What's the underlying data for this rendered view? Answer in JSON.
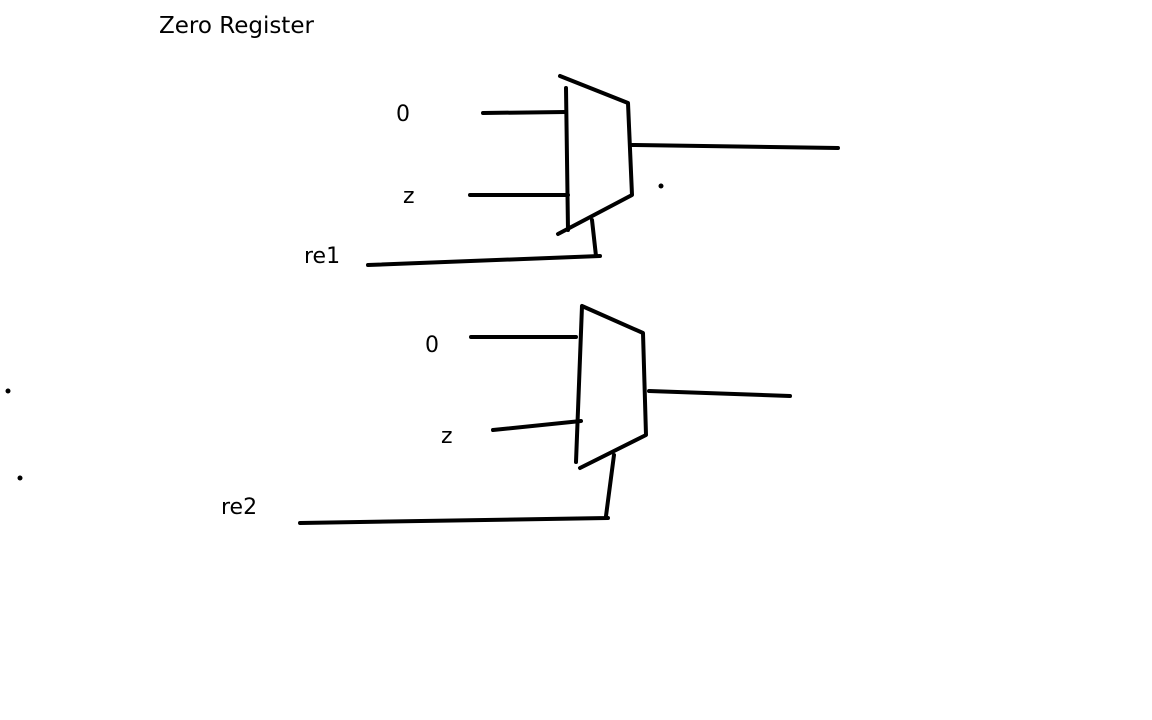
{
  "title": "Zero Register",
  "muxes": [
    {
      "inputs": [
        "0",
        "z"
      ],
      "select": "re1"
    },
    {
      "inputs": [
        "0",
        "z"
      ],
      "select": "re2"
    }
  ],
  "colors": {
    "ink": "#000000",
    "background": "#ffffff"
  }
}
